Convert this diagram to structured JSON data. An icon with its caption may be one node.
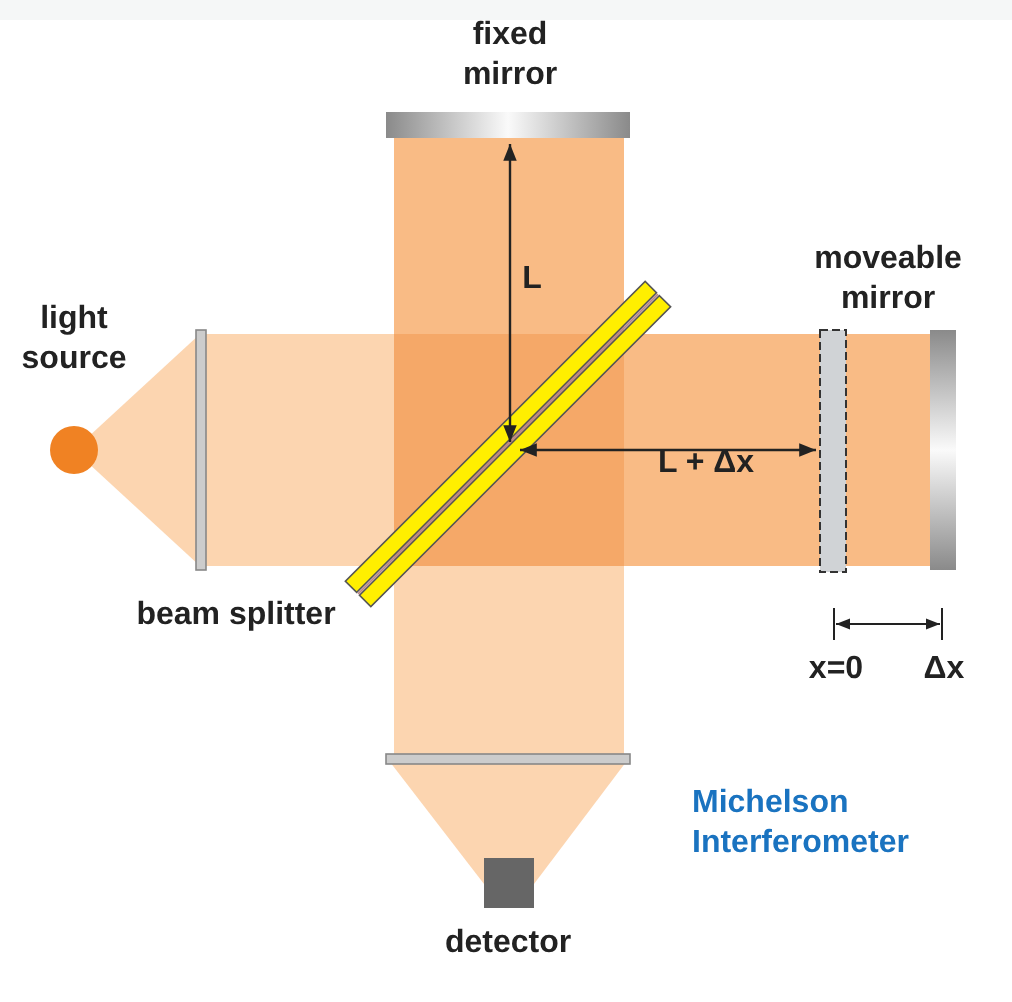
{
  "diagram": {
    "title": "Michelson Interferometer",
    "labels": [
      "fixed mirror",
      "L",
      "moveable mirror",
      "light source",
      "L + Δx",
      "beam splitter",
      "x=0",
      "Δx",
      "detector"
    ]
  }
}
